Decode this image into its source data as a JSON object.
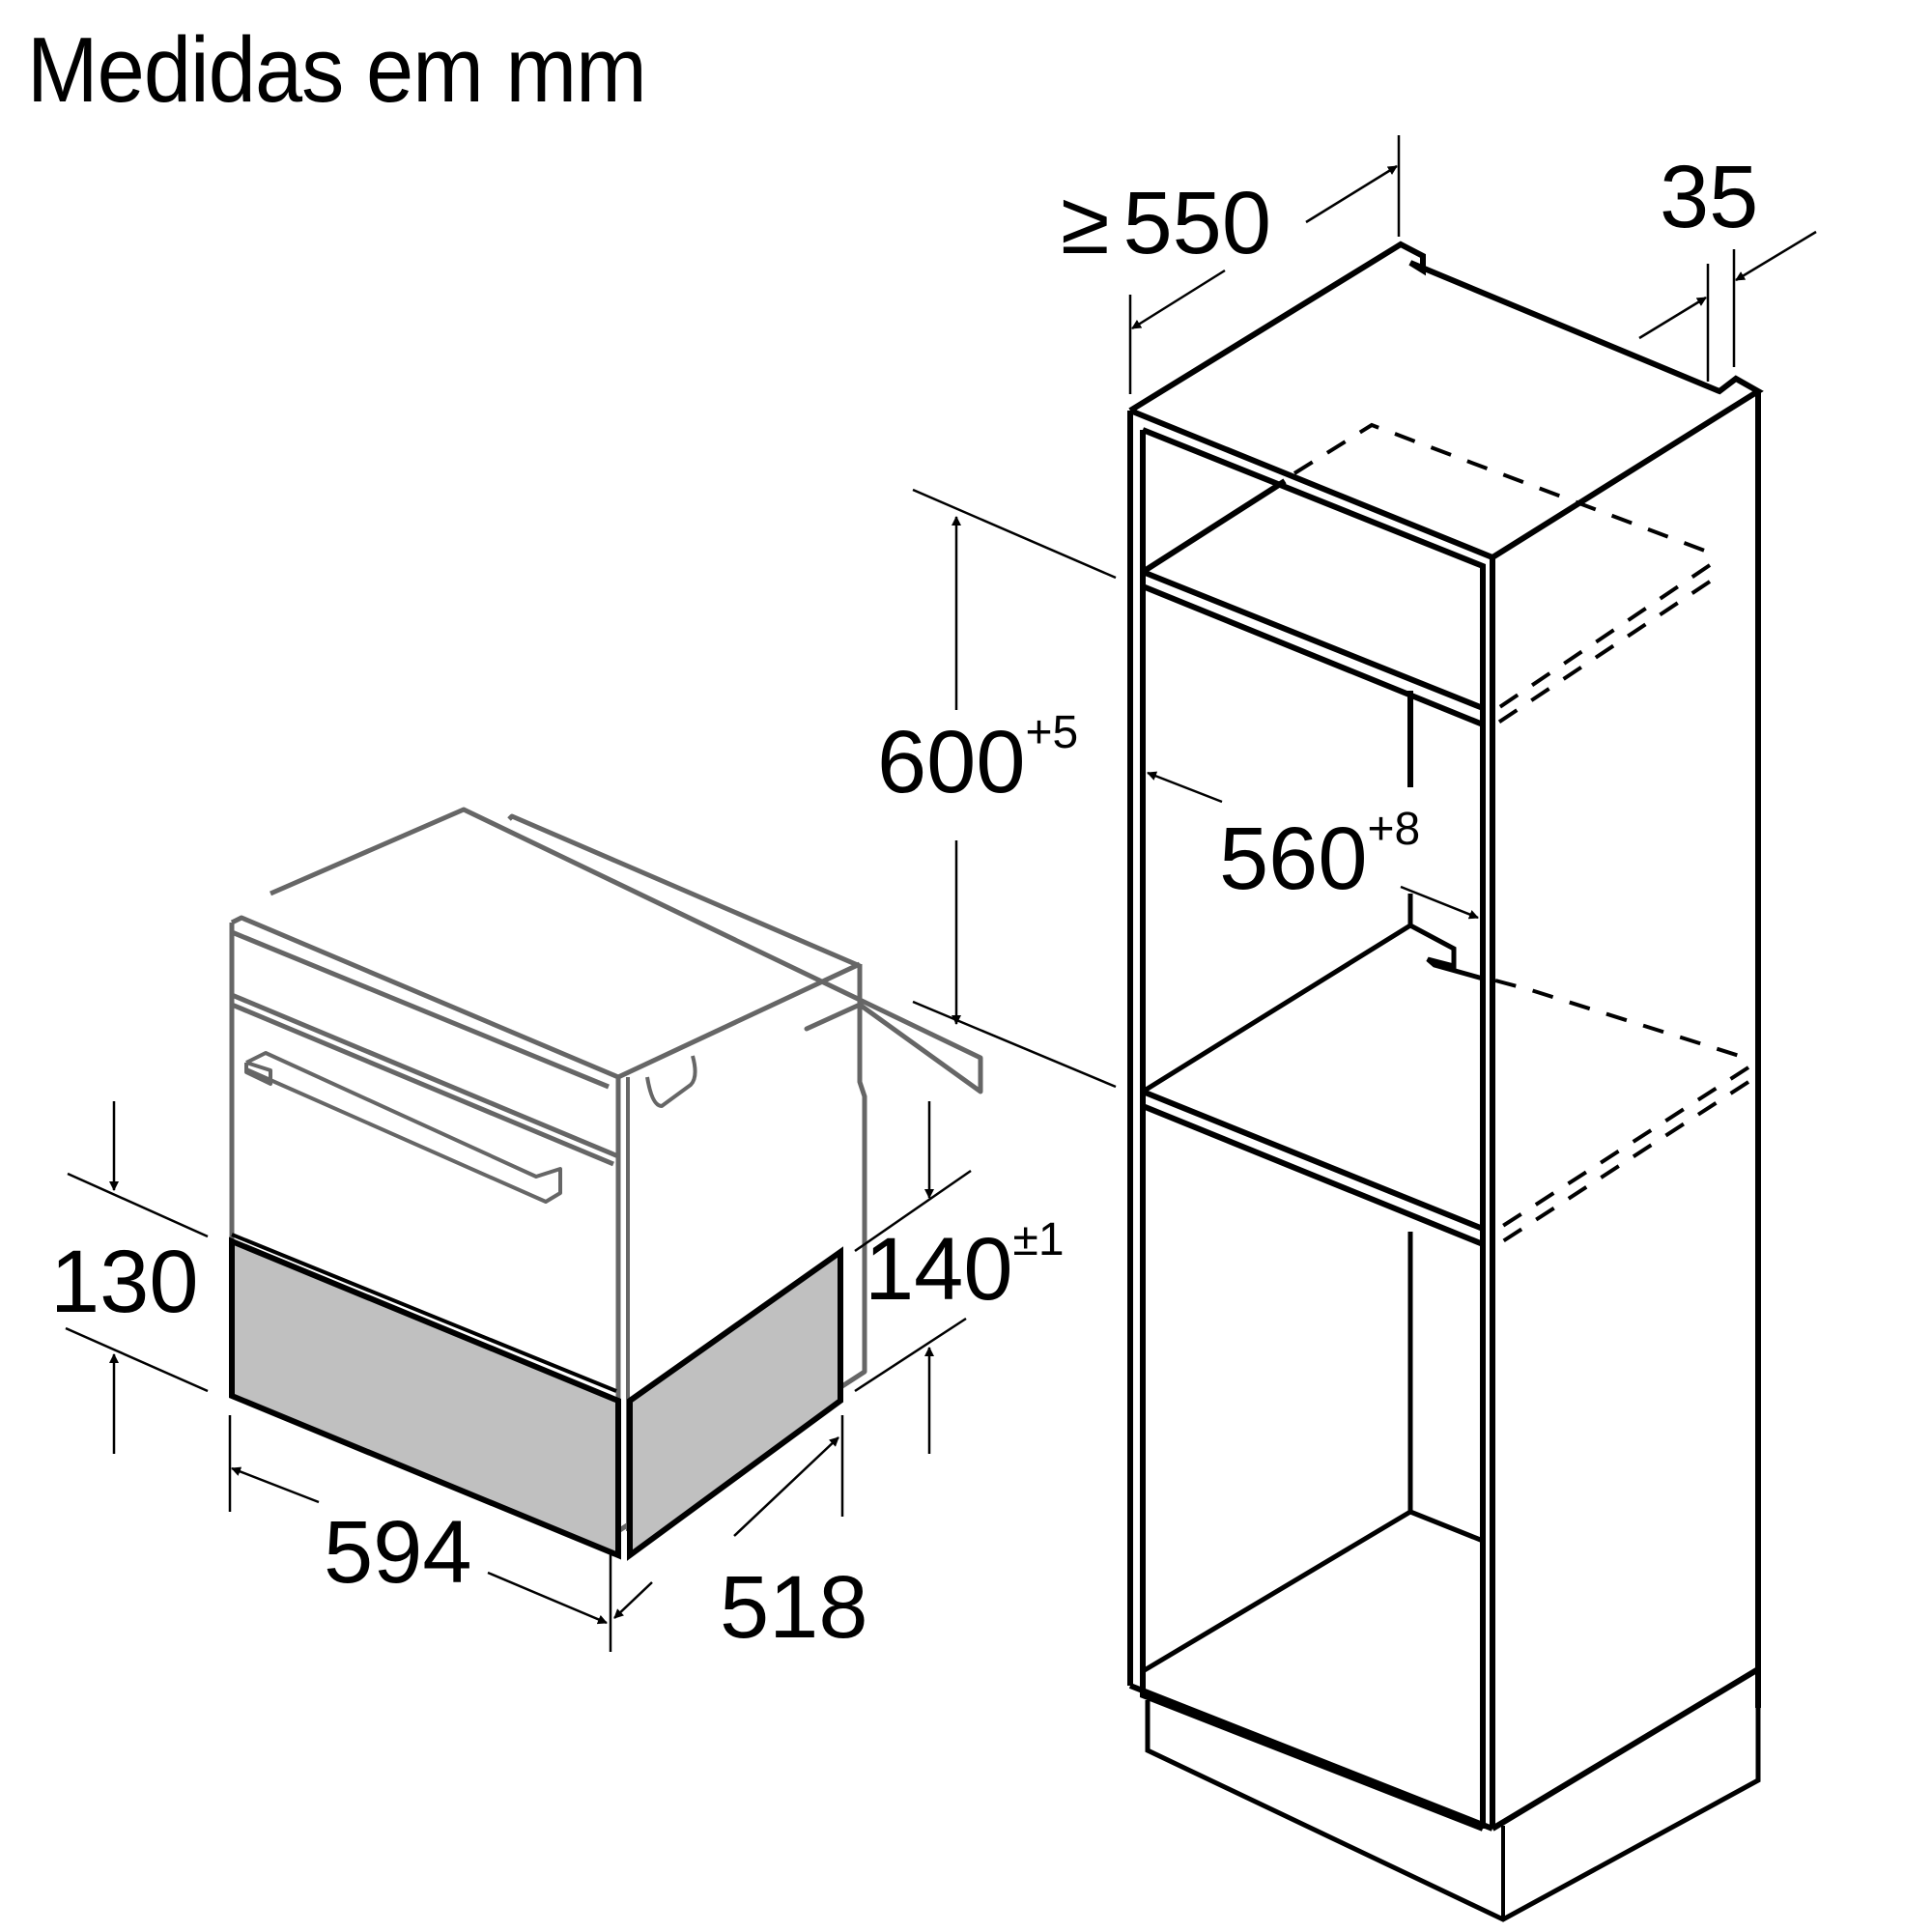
{
  "title": "Medidas em mm",
  "colors": {
    "line": "#000000",
    "appliance_line": "#666666",
    "drawer_fill": "#c0c0c0",
    "background": "#ffffff"
  },
  "dimensions": {
    "cabinet_depth": {
      "prefix": "≥",
      "value": "550"
    },
    "cabinet_panel": {
      "value": "35"
    },
    "niche_height": {
      "value": "600",
      "tolerance": "+5"
    },
    "niche_width": {
      "value": "560",
      "tolerance": "+8"
    },
    "drawer_height": {
      "value": "130"
    },
    "drawer_niche_height": {
      "value": "140",
      "tolerance": "±1"
    },
    "drawer_width": {
      "value": "594"
    },
    "drawer_depth": {
      "value": "518"
    }
  }
}
